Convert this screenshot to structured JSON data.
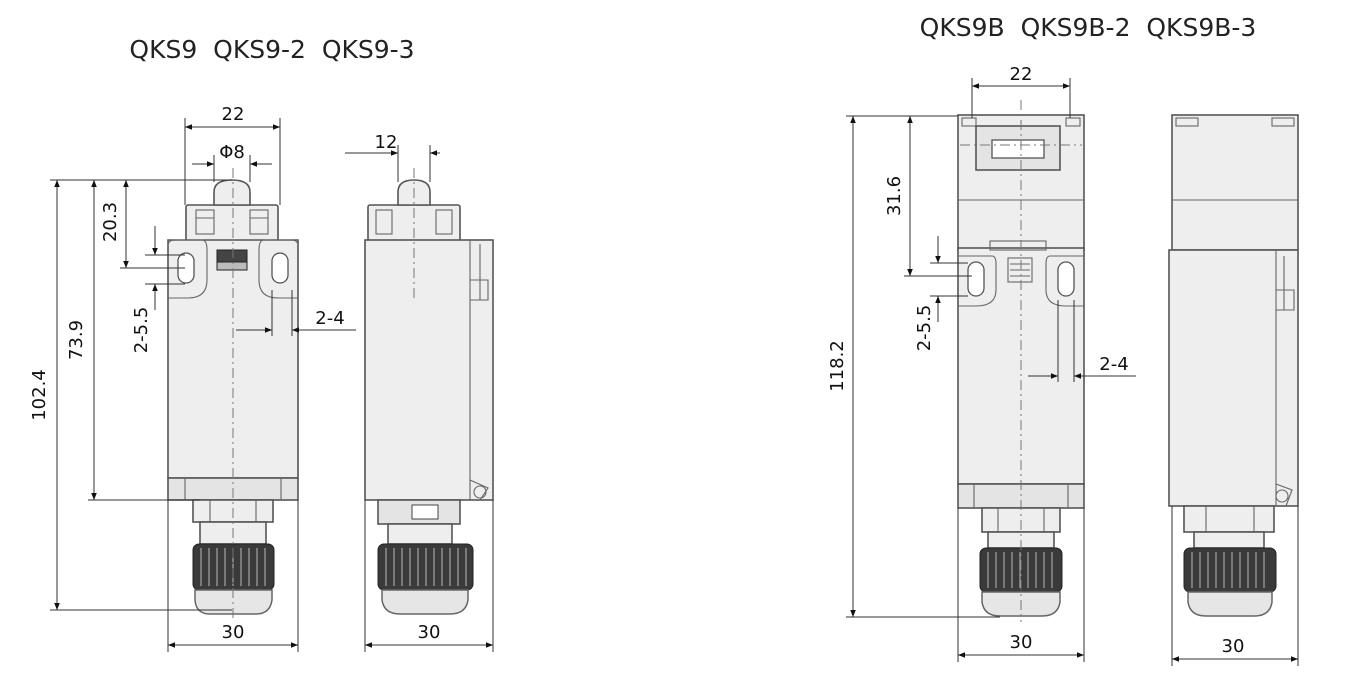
{
  "titles": {
    "left": "QKS9  QKS9-2  QKS9-3",
    "right": "QKS9B  QKS9B-2  QKS9B-3"
  },
  "dimensions": {
    "left_front_width_top": "22",
    "left_front_phi": "Φ8",
    "left_front_h_plunger": "20.3",
    "left_front_h_total": "102.4",
    "left_front_h_body": "73.9",
    "left_front_hole": "2-5.5",
    "left_front_slot": "2-4",
    "left_front_width_bottom": "30",
    "left_side_depth_top": "12",
    "left_side_width_bottom": "30",
    "right_front_width_top": "22",
    "right_front_h_head": "31.6",
    "right_front_h_total": "118.2",
    "right_front_hole": "2-5.5",
    "right_front_slot": "2-4",
    "right_front_width_bottom": "30",
    "right_side_width_bottom": "30"
  }
}
